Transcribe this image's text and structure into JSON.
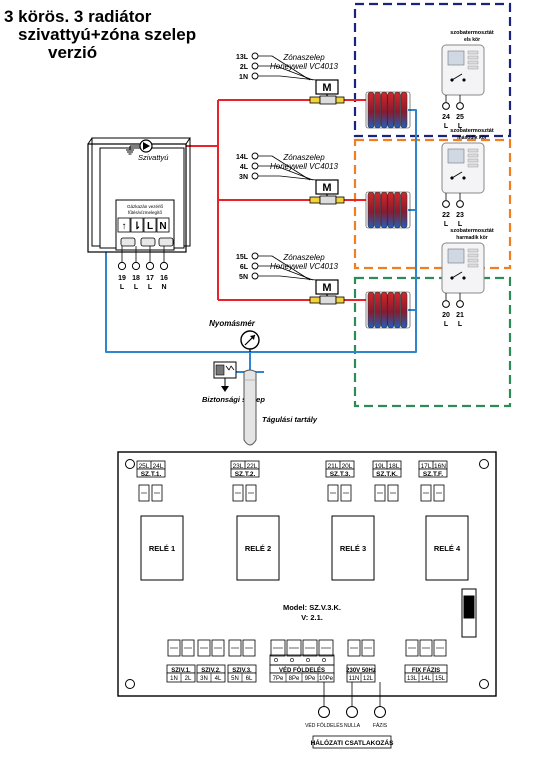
{
  "title": {
    "line1": "3 körös. 3 radiátor",
    "line2": "szivattyú+zóna szelep",
    "line3": "verzió"
  },
  "colors": {
    "hot_pipe": "#e8232a",
    "return_pipe": "#2e86d0",
    "zone1_border": "#1a237e",
    "zone2_border": "#f07f22",
    "zone3_border": "#2e8b57",
    "radiator_red": "#d62728",
    "radiator_blue": "#1f5fbf",
    "valve_yellow": "#f2d23a"
  },
  "boiler": {
    "pump_label": "Szivattyú",
    "gas_panel_title": "Gázkazán vezérlő",
    "gas_panel_sub": "fűtés/vízmelegítő",
    "symbols": [
      "↑",
      "⇂",
      "L",
      "N"
    ],
    "terminals": [
      {
        "num": "19",
        "sub": "L"
      },
      {
        "num": "18",
        "sub": "L"
      },
      {
        "num": "17",
        "sub": "L"
      },
      {
        "num": "16",
        "sub": "N"
      }
    ]
  },
  "zones": [
    {
      "valve_title": "Zónaszelep",
      "valve_model": "Honeywell VC4013",
      "motor_label": "M",
      "wires": [
        "13L",
        "2L",
        "1N"
      ],
      "thermostat_title": "szobatermosztát",
      "thermostat_sub": "els  kör",
      "terminals": [
        {
          "num": "24",
          "sub": "L"
        },
        {
          "num": "25",
          "sub": "L"
        }
      ]
    },
    {
      "valve_title": "Zónaszelep",
      "valve_model": "Honeywell VC4013",
      "motor_label": "M",
      "wires": [
        "14L",
        "4L",
        "3N"
      ],
      "thermostat_title": "szobatermosztát",
      "thermostat_sub": "második kör",
      "terminals": [
        {
          "num": "22",
          "sub": "L"
        },
        {
          "num": "23",
          "sub": "L"
        }
      ]
    },
    {
      "valve_title": "Zónaszelep",
      "valve_model": "Honeywell VC4013",
      "motor_label": "M",
      "wires": [
        "15L",
        "6L",
        "5N"
      ],
      "thermostat_title": "szobatermosztát",
      "thermostat_sub": "harmadik kör",
      "terminals": [
        {
          "num": "20",
          "sub": "L"
        },
        {
          "num": "21",
          "sub": "L"
        }
      ]
    }
  ],
  "hydraulics": {
    "gauge_label": "Nyomásmér",
    "safety_valve_label": "Biztonsági szelep",
    "tank_label": "Tágulási tartály"
  },
  "board": {
    "model_label": "Model: SZ.V.3.K.",
    "version_label": "V: 2.1.",
    "relays": [
      "RELÉ 1",
      "RELÉ 2",
      "RELÉ 3",
      "RELÉ 4"
    ],
    "top_connectors": [
      {
        "name": "SZ.T.1.",
        "pins": [
          "25L",
          "24L"
        ]
      },
      {
        "name": "SZ.T.2.",
        "pins": [
          "23L",
          "22L"
        ]
      },
      {
        "name": "SZ.T.3.",
        "pins": [
          "21L",
          "20L"
        ]
      },
      {
        "name": "SZ.T.K.",
        "pins": [
          "19L",
          "18L"
        ]
      },
      {
        "name": "SZ.T.F.",
        "pins": [
          "17L",
          "16N"
        ]
      }
    ],
    "bottom_groups": [
      {
        "name": "SZIV.1.",
        "pins": [
          "1N",
          "2L"
        ]
      },
      {
        "name": "SZIV.2.",
        "pins": [
          "3N",
          "4L"
        ]
      },
      {
        "name": "SZIV.3.",
        "pins": [
          "5N",
          "6L"
        ]
      },
      {
        "name": "VÉD  FÖLDELÉS",
        "pins": [
          "7Pe",
          "8Pe",
          "9Pe",
          "10Pe"
        ]
      },
      {
        "name": "230V  50Hz",
        "pins": [
          "11N",
          "12L"
        ]
      },
      {
        "name": "FIX FÁZIS",
        "pins": [
          "13L",
          "14L",
          "15L"
        ]
      }
    ],
    "mains_terminals": [
      "VÉD FÖLDELÉS",
      "NULLA",
      "FÁZIS"
    ],
    "mains_title": "HÁLÓZATI CSATLAKOZÁS"
  }
}
